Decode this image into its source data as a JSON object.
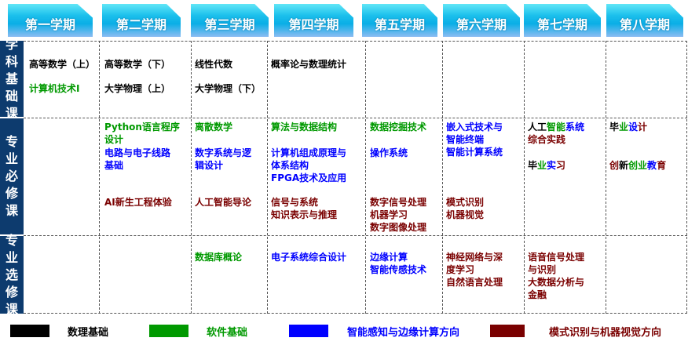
{
  "semesters": [
    "第一学期",
    "第二学期",
    "第三学期",
    "第四学期",
    "第五学期",
    "第六学期",
    "第七学期",
    "第八学期"
  ],
  "row_labels": [
    "学科基础课",
    "专业必修课",
    "专业选修课"
  ],
  "basic": {
    "s1": [
      "高等数学（上）",
      "计算机技术Ⅰ"
    ],
    "s2": [
      "高等数学（下）",
      "大学物理（上）"
    ],
    "s3": [
      "线性代数",
      "大学物理（下）"
    ],
    "s4": [
      "概率论与数理统计"
    ]
  },
  "required": {
    "s2": [
      "Python语言程序\n设计",
      "电路与电子线路\n基础",
      "AI新生工程体验"
    ],
    "s3": [
      "离散数学",
      "数字系统与逻\n辑设计",
      "人工智能导论"
    ],
    "s4": [
      "算法与数据结构",
      "计算机组成原理与\n体系结构\nFPGA技术及应用",
      "信号与系统\n知识表示与推理"
    ],
    "s5": [
      "数据挖掘技术",
      "操作系统",
      "数字信号处理\n机器学习\n数字图像处理"
    ],
    "s6": [
      "嵌入式技术与\n智能终端\n智能计算系统",
      "模式识别\n机器视觉"
    ],
    "s7": {
      "ai_practice": [
        "人工",
        "智能",
        "系统",
        "\n综合实践"
      ],
      "internship": [
        "毕",
        "业",
        "实",
        "习"
      ]
    },
    "s8": {
      "thesis": [
        "毕",
        "业",
        "设",
        "计"
      ],
      "innovation": [
        "创",
        "新",
        "创业",
        "教",
        "育"
      ]
    }
  },
  "elective": {
    "s3": [
      "数据库概论"
    ],
    "s4": [
      "电子系统综合设计"
    ],
    "s5": [
      "边缘计算\n智能传感技术"
    ],
    "s6": [
      "神经网络与深\n度学习\n自然语言处理"
    ],
    "s7": [
      "语音信号处理\n与识别\n大数据分析与\n金融"
    ]
  },
  "legend": [
    "数理基础",
    "软件基础",
    "智能感知与边缘计算方向",
    "模式识别与机器视觉方向"
  ],
  "colors": {
    "math": "#000000",
    "software": "#009900",
    "sensing": "#0000ff",
    "vision": "#7a0000",
    "side": "#0d3b6e"
  }
}
